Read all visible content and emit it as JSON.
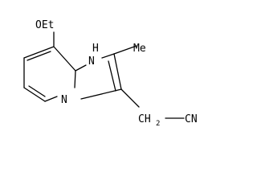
{
  "molecule": {
    "ethoxy_label": "OEt",
    "nh_label": "H",
    "n_label": "N",
    "methyl_label": "Me",
    "ring_n_label": "N",
    "ch2_label": "CH",
    "ch2_subscript": "2",
    "nitrile_label": "CN"
  },
  "colors": {
    "ink": "#000000",
    "background": "#ffffff"
  }
}
